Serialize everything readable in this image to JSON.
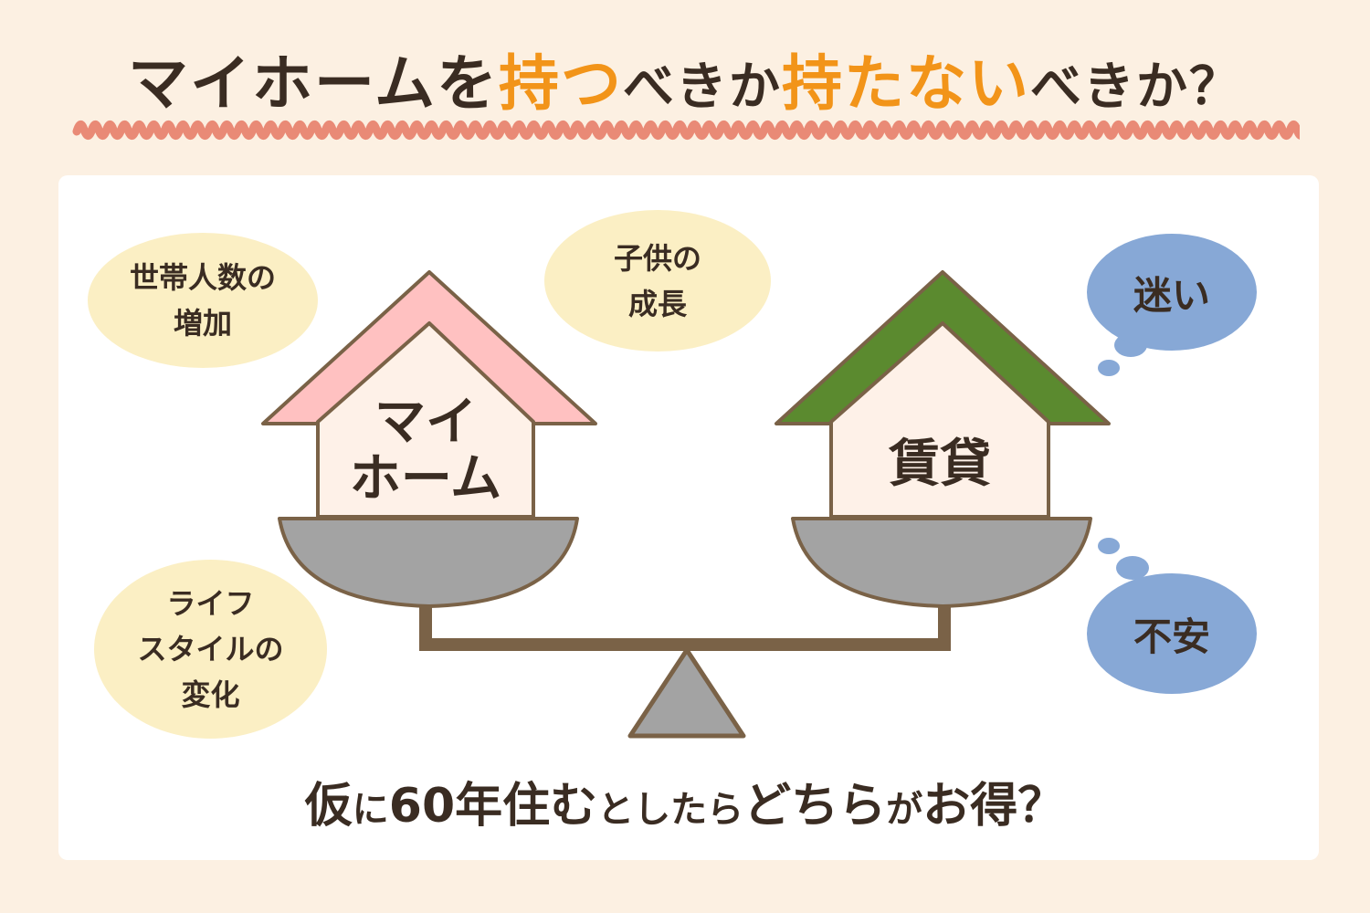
{
  "title": {
    "part1": "マイホームを",
    "highlight1": "持つ",
    "part2": "べきか",
    "highlight2": "持たない",
    "part3": "べきか？"
  },
  "factors": [
    {
      "line1": "世帯人数の",
      "line2": "増加"
    },
    {
      "line1": "子供の",
      "line2": "成長"
    },
    {
      "line1": "ライフ",
      "line2": "スタイルの",
      "line3": "変化"
    }
  ],
  "left_house": {
    "line1": "マイ",
    "line2": "ホーム"
  },
  "right_house": {
    "label": "賃貸"
  },
  "thoughts": {
    "top": "迷い",
    "bottom": "不安"
  },
  "question": {
    "part1": "仮",
    "part2": "に",
    "part3": "60年住む",
    "part4": "としたら",
    "part5": "どちら",
    "part6": "が",
    "part7": "お得？"
  },
  "colors": {
    "background": "#fcf0e2",
    "panel": "#ffffff",
    "highlight": "#f29419",
    "underline": "#e98a76",
    "left_roof": "#ffc1c1",
    "right_roof": "#5b8a2f",
    "house_wall": "#fef1e8",
    "outline": "#7a6247",
    "scale_pan": "#a3a3a3",
    "factor_bubble": "#fbefc4",
    "thought_bubble": "#87a8d6"
  }
}
